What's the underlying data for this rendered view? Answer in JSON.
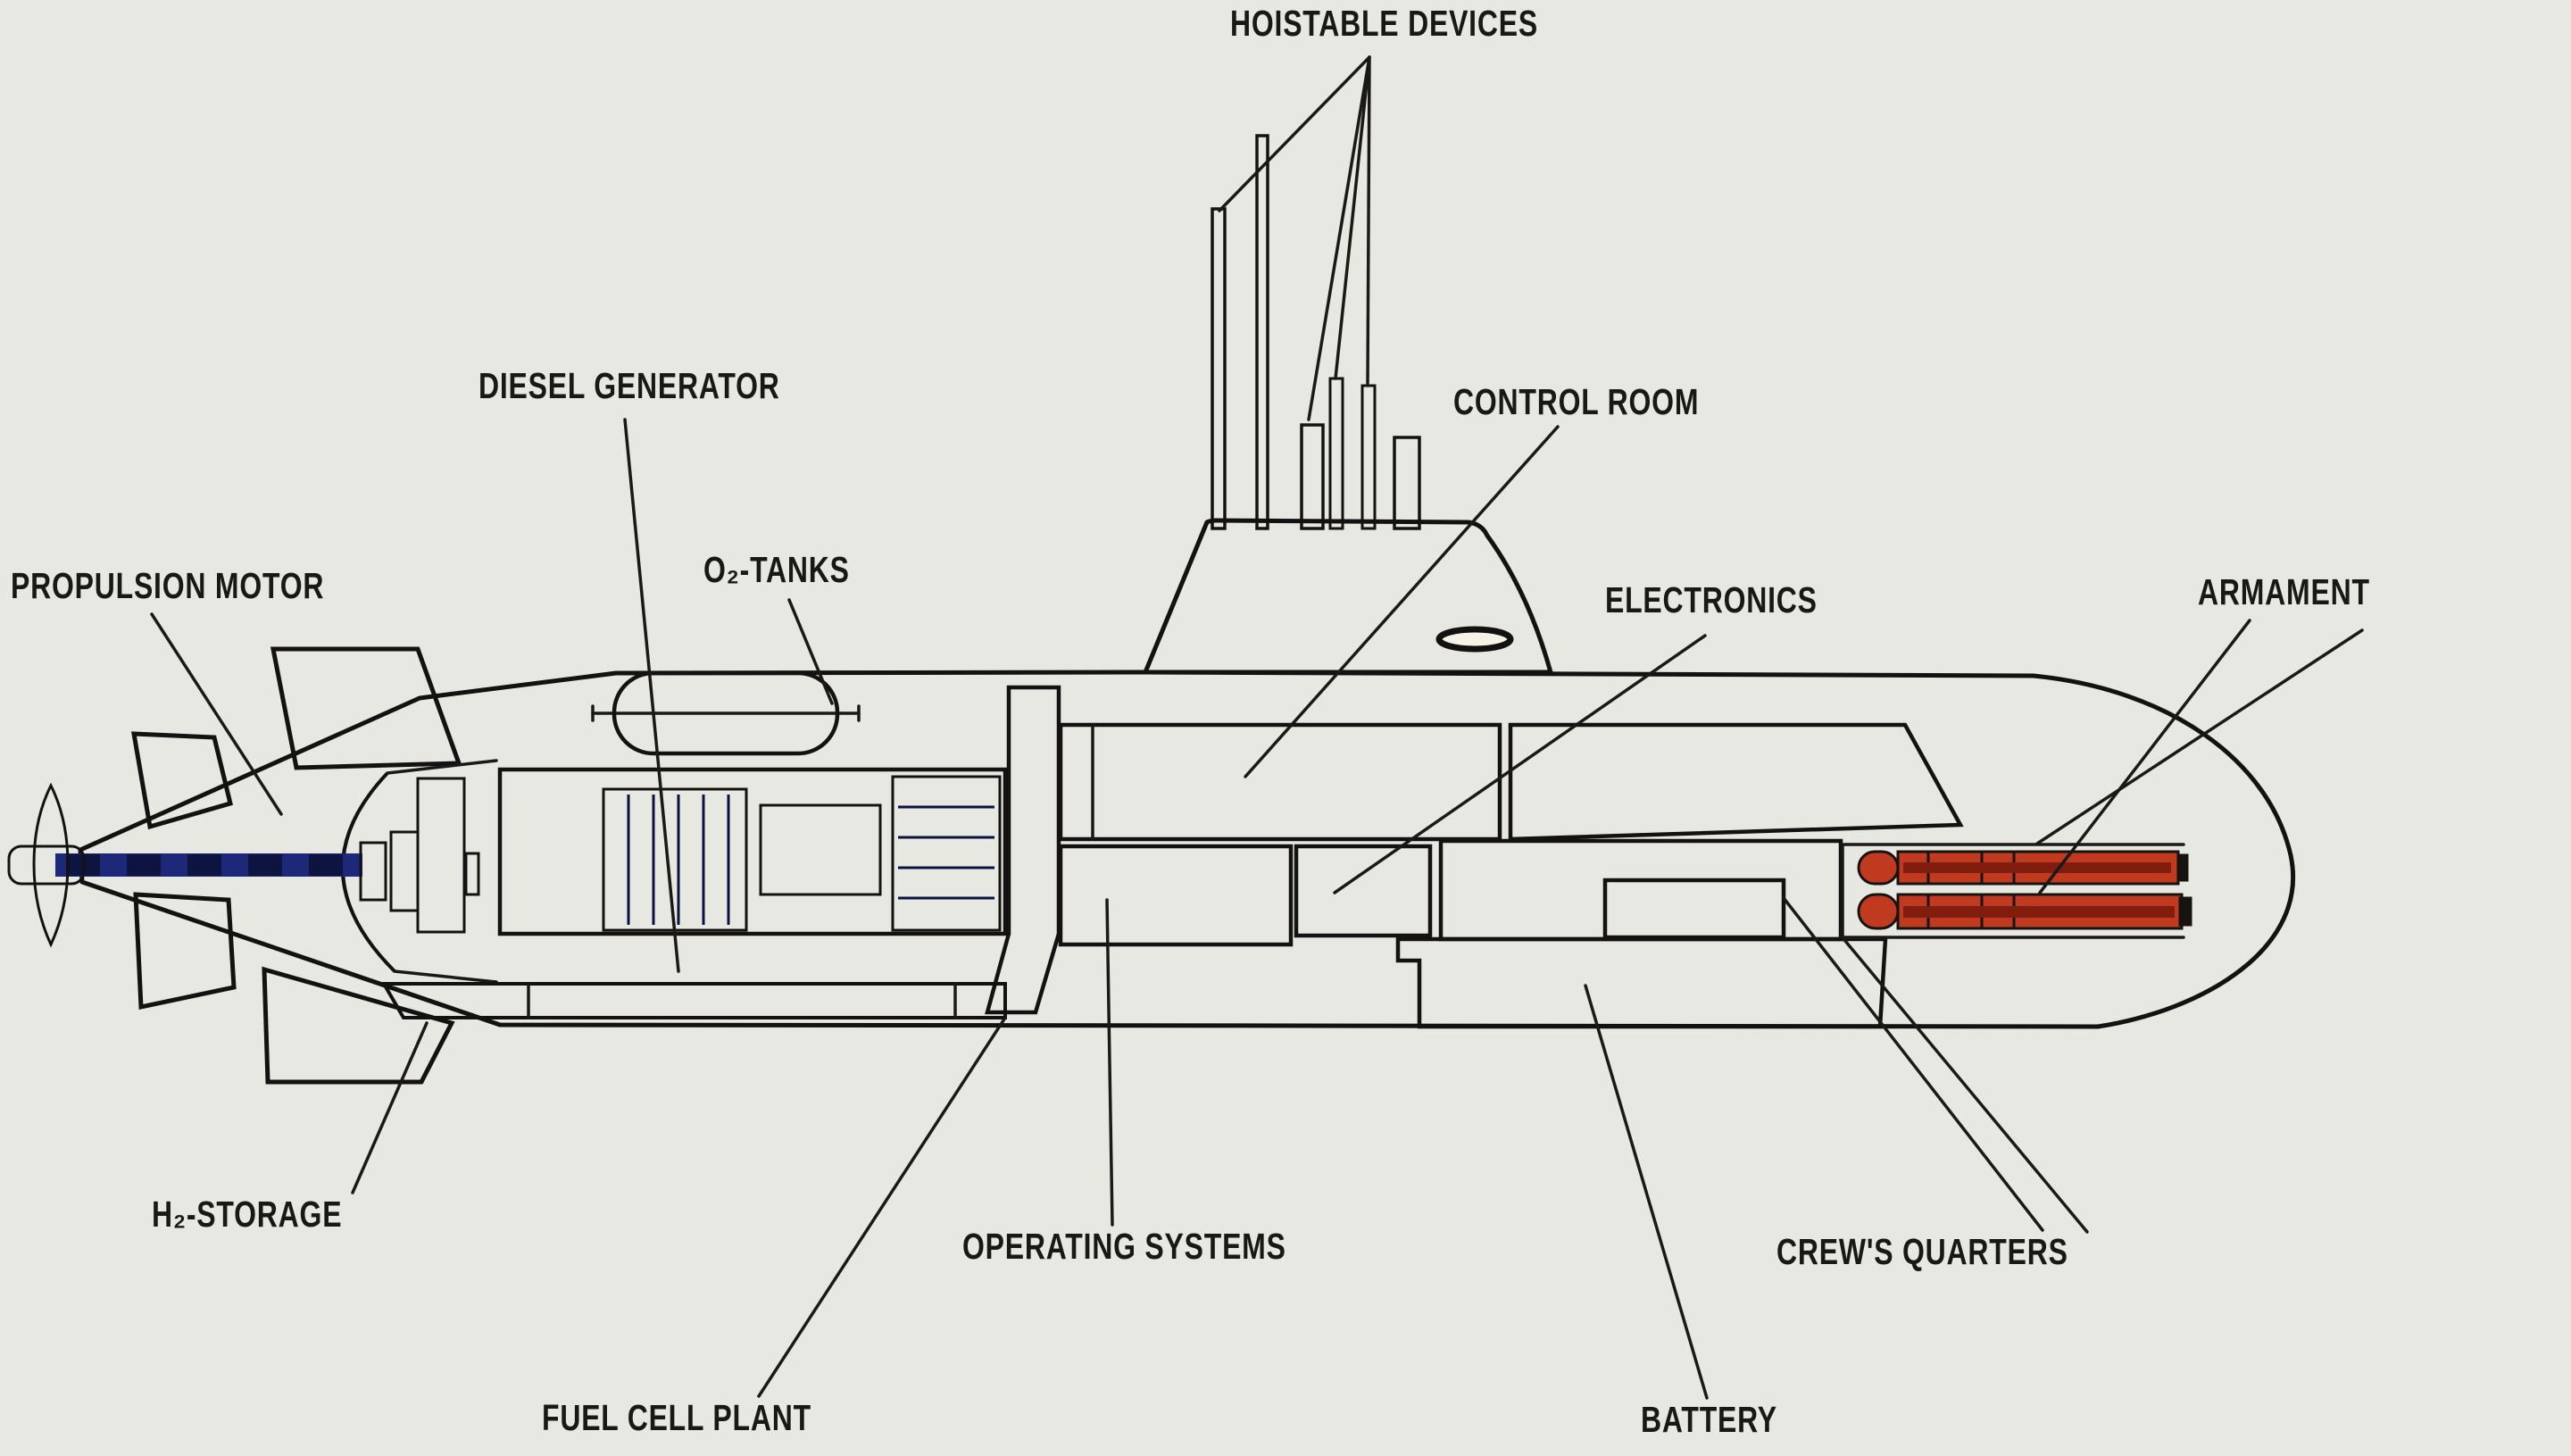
{
  "figure": {
    "type": "cutaway-diagram",
    "subject": "fuel cell submarine side-view cutaway with labeled compartments"
  },
  "palette": {
    "background": "#e8e8e2",
    "hull_fill": "#f5f3e8",
    "line": "#1a1917",
    "text": "#181815",
    "red": "#c93118",
    "tube_red": "#bf3a1e",
    "tube_dark": "#801d0e",
    "strip_red": "#b92d18",
    "blue": "#2133a5",
    "navy": "#1d2878",
    "machinery": "#18206e",
    "yellow": "#f1da25",
    "green": "#0d9143",
    "mast_dark": "#2a211a"
  },
  "labels": {
    "hoistable_devices": "HOISTABLE DEVICES",
    "diesel_generator": "DIESEL GENERATOR",
    "control_room": "CONTROL ROOM",
    "propulsion_motor": "PROPULSION MOTOR",
    "o2_tanks": "O₂-TANKS",
    "electronics": "ELECTRONICS",
    "armament": "ARMAMENT",
    "h2_storage": "H₂-STORAGE",
    "operating_systems": "OPERATING SYSTEMS",
    "crews_quarters": "CREW'S QUARTERS",
    "fuel_cell_plant": "FUEL CELL PLANT",
    "battery": "BATTERY"
  },
  "compartments": [
    {
      "id": "hoistable_devices",
      "label": "HOISTABLE DEVICES",
      "color_key": "line",
      "note": "masts on sail"
    },
    {
      "id": "diesel_generator",
      "label": "DIESEL GENERATOR",
      "color_key": "blue"
    },
    {
      "id": "control_room",
      "label": "CONTROL ROOM",
      "color_key": "yellow"
    },
    {
      "id": "propulsion_motor",
      "label": "PROPULSION MOTOR",
      "color_key": "navy"
    },
    {
      "id": "o2_tanks",
      "label": "O₂-TANKS",
      "color_key": "red"
    },
    {
      "id": "electronics",
      "label": "ELECTRONICS",
      "color_key": "yellow"
    },
    {
      "id": "armament",
      "label": "ARMAMENT",
      "color_key": "tube_red",
      "note": "torpedo tubes in bow"
    },
    {
      "id": "h2_storage",
      "label": "H₂-STORAGE",
      "color_key": "strip_red",
      "note": "keel strip"
    },
    {
      "id": "operating_systems",
      "label": "OPERATING SYSTEMS",
      "color_key": "blue"
    },
    {
      "id": "crews_quarters",
      "label": "CREW'S QUARTERS",
      "color_key": "green"
    },
    {
      "id": "fuel_cell_plant",
      "label": "FUEL CELL PLANT",
      "color_key": "red"
    },
    {
      "id": "battery",
      "label": "BATTERY",
      "color_key": "blue"
    }
  ]
}
